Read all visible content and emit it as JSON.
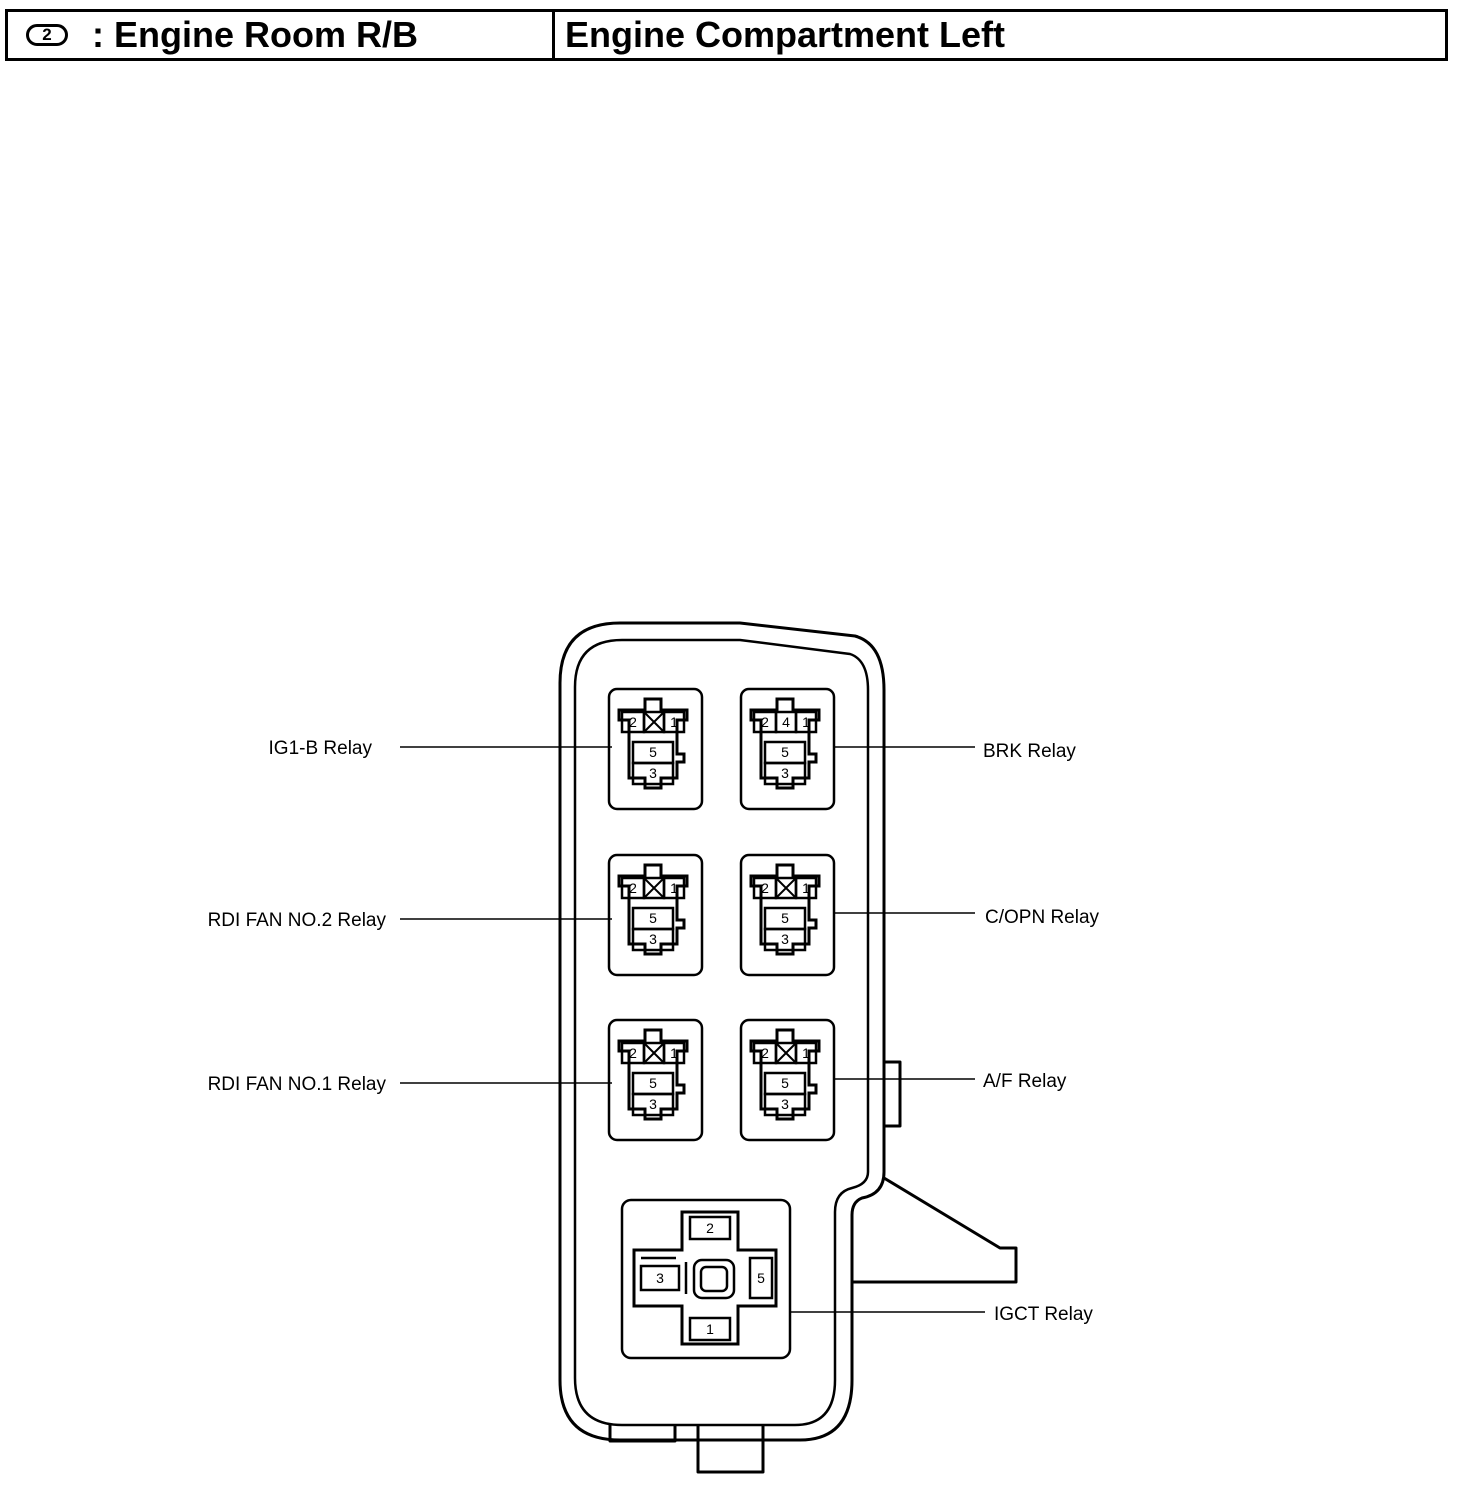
{
  "header": {
    "badge": "2",
    "left_title": ": Engine Room R/B",
    "right_title": "Engine Compartment Left"
  },
  "relays": {
    "ig1b": {
      "label": "IG1-B Relay",
      "top": [
        "2",
        "",
        "1"
      ],
      "mid": "5",
      "bottom": "3"
    },
    "brk": {
      "label": "BRK Relay",
      "top": [
        "2",
        "4",
        "1"
      ],
      "mid": "5",
      "bottom": "3"
    },
    "rdi2": {
      "label": "RDI FAN NO.2 Relay",
      "top": [
        "2",
        "",
        "1"
      ],
      "mid": "5",
      "bottom": "3"
    },
    "copn": {
      "label": "C/OPN Relay",
      "top": [
        "2",
        "",
        "1"
      ],
      "mid": "5",
      "bottom": "3"
    },
    "rdi1": {
      "label": "RDI FAN NO.1 Relay",
      "top": [
        "2",
        "",
        "1"
      ],
      "mid": "5",
      "bottom": "3"
    },
    "af": {
      "label": "A/F Relay",
      "top": [
        "2",
        "",
        "1"
      ],
      "mid": "5",
      "bottom": "3"
    },
    "igct": {
      "label": "IGCT Relay",
      "pins": {
        "top": "2",
        "left": "3",
        "right": "5",
        "bottom": "1"
      }
    }
  }
}
